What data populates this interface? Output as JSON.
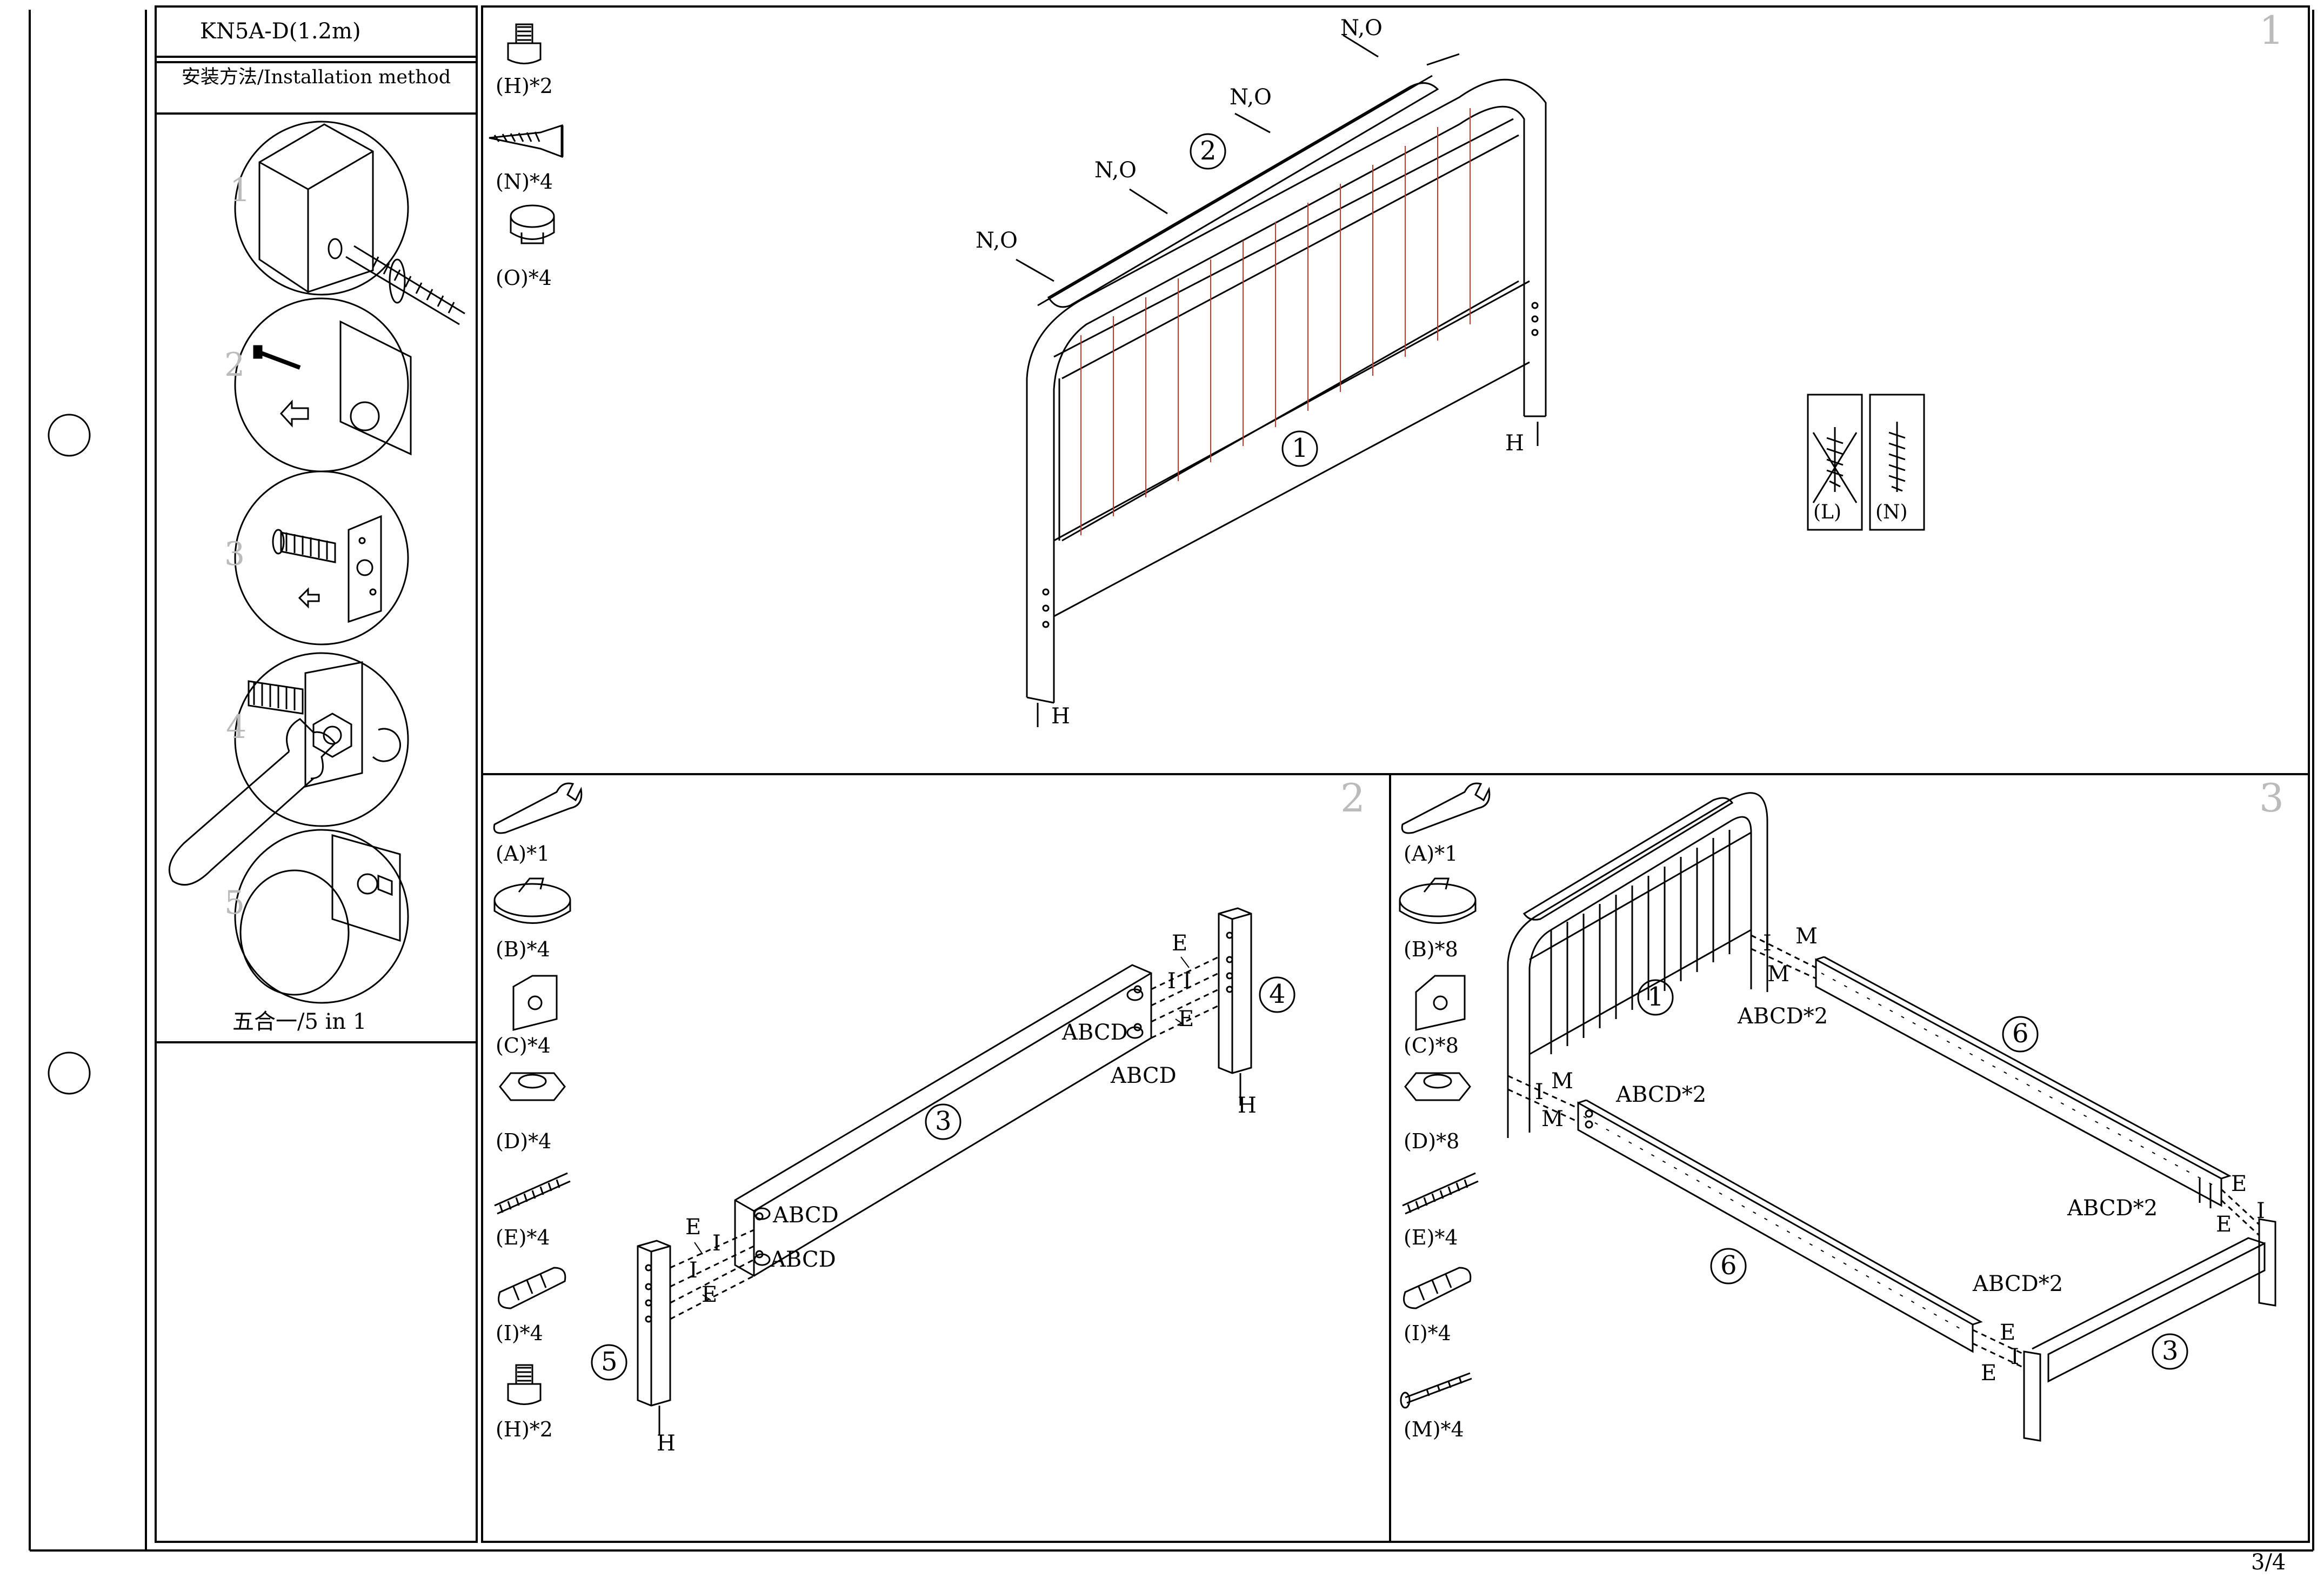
{
  "header": {
    "model": "KN5A-D(1.2m)",
    "method_label": "安装方法/Installation method"
  },
  "sidebar": {
    "step_numbers": [
      "1",
      "2",
      "3",
      "4",
      "5"
    ],
    "caption": "五合一/5 in 1"
  },
  "panels": {
    "p1": {
      "number": "1",
      "parts": [
        "(H)*2",
        "(N)*4",
        "(O)*4"
      ],
      "callouts": {
        "no": "N,O",
        "h": "H",
        "part_1": "1",
        "part_2": "2"
      },
      "screw_labels": [
        "(L)",
        "(N)"
      ]
    },
    "p2": {
      "number": "2",
      "parts": [
        "(A)*1",
        "(B)*4",
        "(C)*4",
        "(D)*4",
        "(E)*4",
        "(I)*4",
        "(H)*2"
      ],
      "callouts": {
        "e": "E",
        "i": "I",
        "ii": "I I",
        "abcd": "ABCD",
        "h": "H",
        "part_3": "3",
        "part_4": "4",
        "part_5": "5"
      }
    },
    "p3": {
      "number": "3",
      "parts": [
        "(A)*1",
        "(B)*8",
        "(C)*8",
        "(D)*8",
        "(E)*4",
        "(I)*4",
        "(M)*4"
      ],
      "callouts": {
        "i": "I",
        "m": "M",
        "e": "E",
        "abcd2": "ABCD*2",
        "part_1": "1",
        "part_3": "3",
        "part_6": "6"
      }
    }
  },
  "footer": {
    "page": "3/4"
  }
}
